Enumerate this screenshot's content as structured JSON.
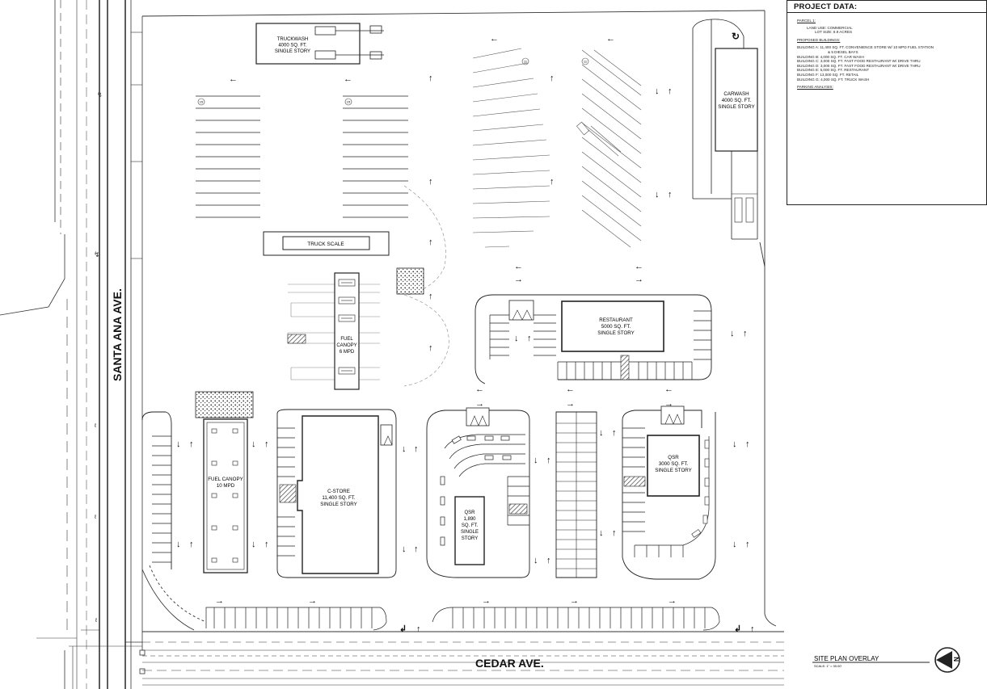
{
  "streets": {
    "west": "SANTA ANA AVE.",
    "south": "CEDAR AVE."
  },
  "buildings": {
    "truckwash": [
      "TRUCKWASH",
      "4000 SQ. FT.",
      "SINGLE STORY"
    ],
    "carwash": [
      "CARWASH",
      "4000 SQ. FT.",
      "SINGLE STORY"
    ],
    "truck_scale": "TRUCK SCALE",
    "restaurant": [
      "RESTAURANT",
      "5000 SQ. FT.",
      "SINGLE STORY"
    ],
    "fuel_canopy_6": [
      "FUEL",
      "CANOPY",
      "6 MPD"
    ],
    "fuel_canopy_10": [
      "FUEL CANOPY",
      "10 MPD"
    ],
    "cstore": [
      "C-STORE",
      "11,400 SQ. FT.",
      "SINGLE STORY"
    ],
    "qsr_1890": [
      "QSR",
      "1,890",
      "SQ. FT.",
      "SINGLE",
      "STORY"
    ],
    "qsr_3000": [
      "QSR",
      "3000 SQ. FT.",
      "SINGLE STORY"
    ]
  },
  "stall_counts": {
    "lot_west": "15",
    "lot_mid": "15",
    "angled_left": "11",
    "angled_right": "11"
  },
  "project_data": {
    "header": "PROJECT DATA:",
    "parcel_label": "PARCEL 1:",
    "land_use": "LAND USE: COMMERCIAL",
    "lot_size": "LOT SIZE: 8.9 ACRES",
    "proposed_label": "PROPOSED BUILDINGS:",
    "building_a": "BUILDING A: 11,400 SQ. FT. CONVENIENCE STORE W/ 10 MPD FUEL STATION",
    "building_a_cont": "& 5 DIESEL BAYS",
    "building_b": "BUILDING B: 4,000 SQ. FT. CAR WASH",
    "building_c": "BUILDING C: 3,000 SQ. FT. FAST FOOD RESTAURANT W/ DRIVE THRU",
    "building_d": "BUILDING D: 3,000 SQ. FT. FAST FOOD RESTAURANT W/ DRIVE THRU",
    "building_e": "BUILDING E: 5,000 SQ. FT. RESTAURANT",
    "building_f": "BUILDING F: 13,000 SQ. FT. RETAIL",
    "building_g": "BUILDING G: 4,000 SQ. FT. TRUCK WASH",
    "parking_label": "PARKING ANALYSIS:"
  },
  "title_block": {
    "title": "SITE PLAN OVERLAY",
    "scale": "SCALE: 1\" = 30.00'",
    "north_letter": "N"
  }
}
